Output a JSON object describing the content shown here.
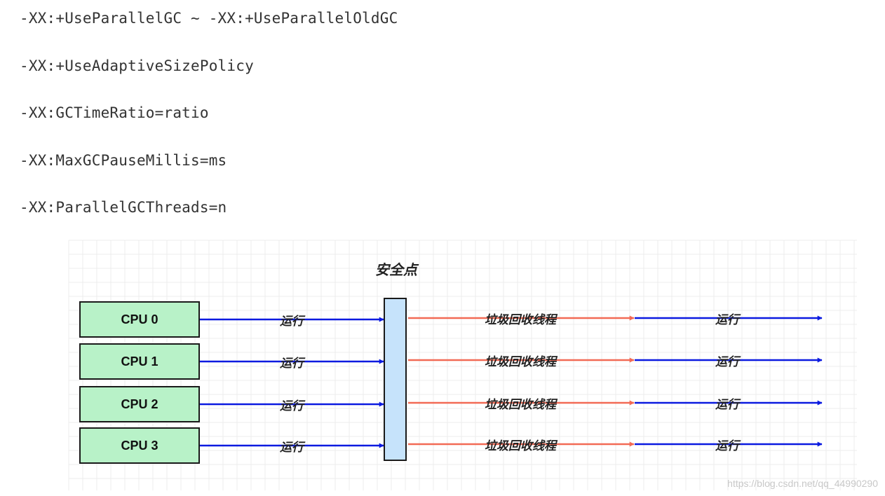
{
  "flags": [
    "-XX:+UseParallelGC ~ -XX:+UseParallelOldGC",
    "-XX:+UseAdaptiveSizePolicy",
    "-XX:GCTimeRatio=ratio",
    "-XX:MaxGCPauseMillis=ms",
    "-XX:ParallelGCThreads=n"
  ],
  "diagram": {
    "title": "安全点",
    "cpus": [
      {
        "label": "CPU 0",
        "run_label": "运行",
        "gc_label": "垃圾回收线程",
        "resume_label": "运行"
      },
      {
        "label": "CPU 1",
        "run_label": "运行",
        "gc_label": "垃圾回收线程",
        "resume_label": "运行"
      },
      {
        "label": "CPU 2",
        "run_label": "运行",
        "gc_label": "垃圾回收线程",
        "resume_label": "运行"
      },
      {
        "label": "CPU 3",
        "run_label": "运行",
        "gc_label": "垃圾回收线程",
        "resume_label": "运行"
      }
    ],
    "colors": {
      "cpu_fill": "#b8f2c8",
      "cpu_stroke": "#1a1a1a",
      "safepoint_fill": "#c6e3fb",
      "run_arrow": "#0b1ae0",
      "gc_arrow": "#f26a55",
      "grid": "#ececec"
    }
  },
  "watermark": "https://blog.csdn.net/qq_44990290"
}
